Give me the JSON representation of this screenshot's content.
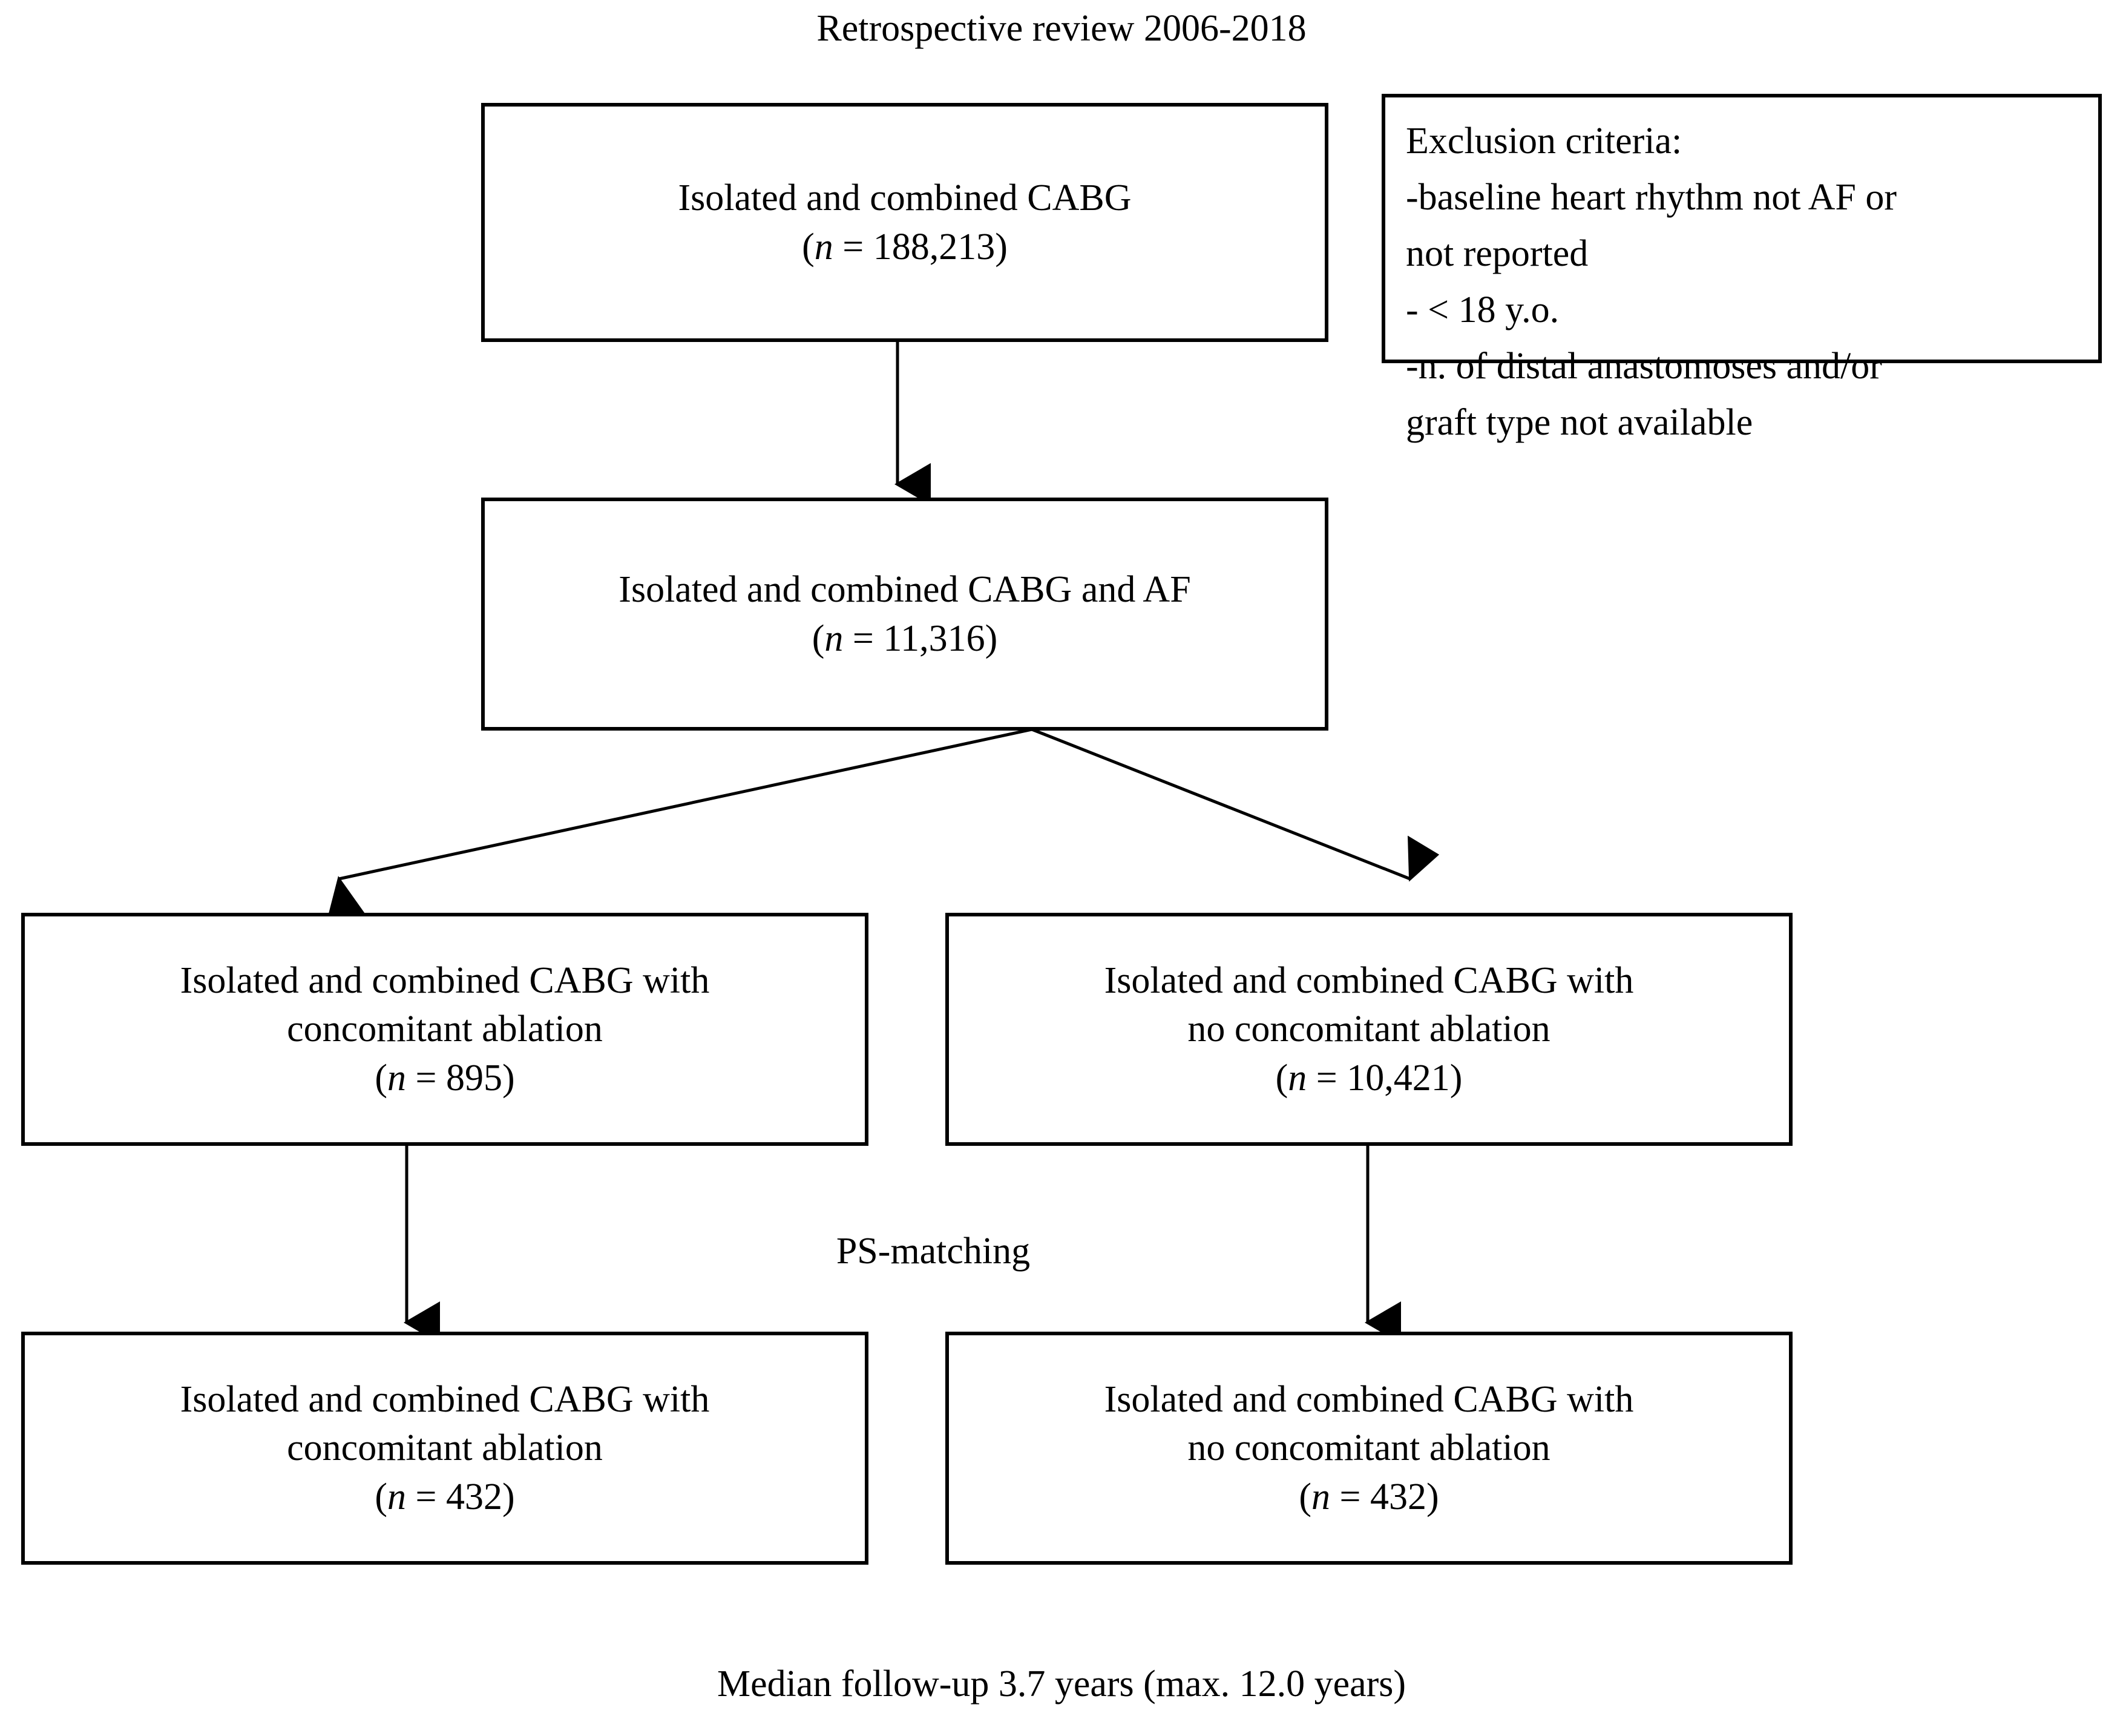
{
  "diagram": {
    "title": "Retrospective review 2006-2018",
    "footer": "Median follow-up 3.7 years (max. 12.0 years)",
    "ps_matching_label": "PS-matching",
    "colors": {
      "background": "#ffffff",
      "stroke": "#000000",
      "text": "#000000"
    },
    "nodes": {
      "cohort_all": {
        "line1": "Isolated and combined CABG",
        "n_prefix": "(",
        "n_symbol": "n",
        "n_equals": " = ",
        "n_value": "188,213",
        "n_suffix": ")"
      },
      "cohort_af": {
        "line1": "Isolated and combined CABG and AF",
        "n_prefix": "(",
        "n_symbol": "n",
        "n_equals": " = ",
        "n_value": "11,316",
        "n_suffix": ")"
      },
      "ablation_pre": {
        "line1": "Isolated and combined CABG with",
        "line2": "concomitant ablation",
        "n_prefix": "(",
        "n_symbol": "n",
        "n_equals": " = ",
        "n_value": "895",
        "n_suffix": ")"
      },
      "no_ablation_pre": {
        "line1": "Isolated and combined CABG with",
        "line2": "no concomitant ablation",
        "n_prefix": "(",
        "n_symbol": "n",
        "n_equals": " = ",
        "n_value": "10,421",
        "n_suffix": ")"
      },
      "ablation_matched": {
        "line1": "Isolated and combined CABG with",
        "line2": "concomitant ablation",
        "n_prefix": "(",
        "n_symbol": "n",
        "n_equals": " = ",
        "n_value": "432",
        "n_suffix": ")"
      },
      "no_ablation_matched": {
        "line1": "Isolated and combined CABG with",
        "line2": "no concomitant ablation",
        "n_prefix": "(",
        "n_symbol": "n",
        "n_equals": " = ",
        "n_value": "432",
        "n_suffix": ")"
      }
    },
    "exclusion": {
      "heading": "Exclusion criteria:",
      "line1": "-baseline heart rhythm not AF or",
      "line2": "not reported",
      "line3": "- < 18 y.o.",
      "line4": "-n. of distal anastomoses and/or",
      "line5": "graft type not available"
    }
  }
}
